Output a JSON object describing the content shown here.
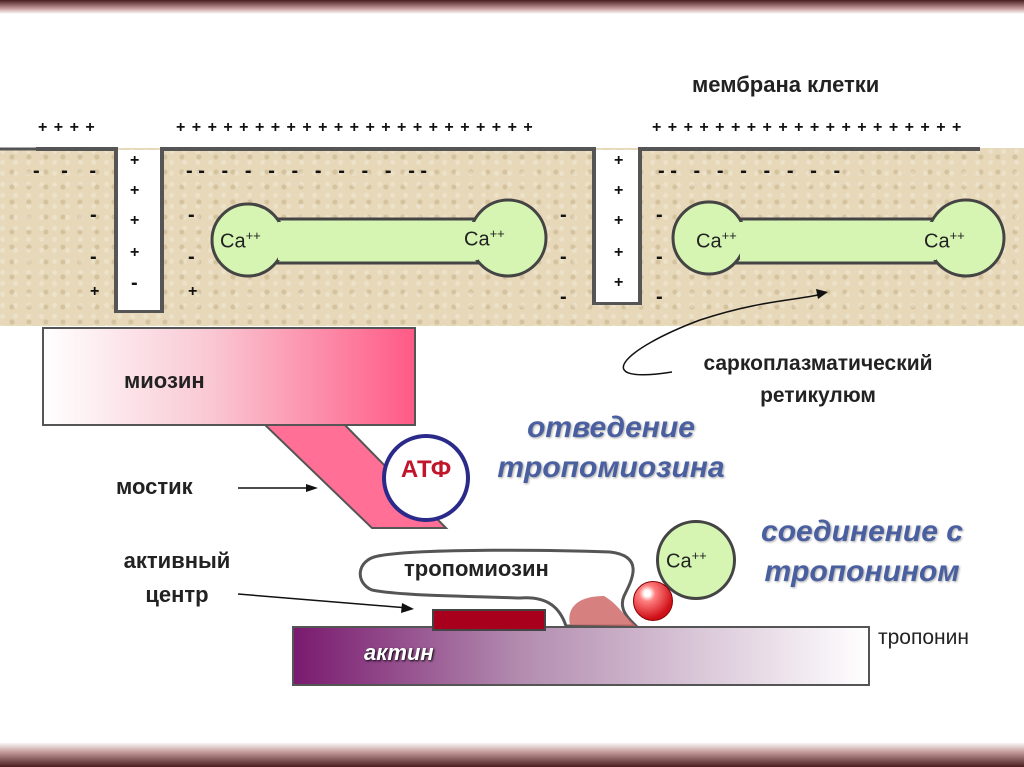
{
  "labels": {
    "membrane": "мембрана клетки",
    "sr_line1": "саркоплазматический",
    "sr_line2": "ретикулюм",
    "myosin": "миозин",
    "bridge": "мостик",
    "active_line1": "активный",
    "active_line2": "центр",
    "tropomyosin": "тропомиозин",
    "actin": "актин",
    "troponin": "тропонин",
    "atp": "АТФ",
    "ca": "Ca",
    "ca_charge": "++"
  },
  "callouts": {
    "withdraw_line1": "отведение",
    "withdraw_line2": "тропомиозина",
    "bind_line1": "соединение с",
    "bind_line2": "тропонином"
  },
  "charges": {
    "plus_row_left": "+ + + +",
    "plus_row_mid": "+ + + + + + + + + + + + + + + + + + + + + + +",
    "plus_row_right": "+ + + + + + + + + + + + + + + + + + + +",
    "minus_row_left": "- - -",
    "minus_row_mid": "- -   -   -   -   -   -   -   -   -   - -",
    "minus_row_right": "- -   -   -   -   -   -   -   -",
    "plus": "+",
    "minus": "-"
  },
  "colors": {
    "membrane_fill": "#e6d8b8",
    "calcium_fill": "#d6f5b3",
    "myosin_accent": "#ff5a86",
    "actin_accent": "#7a1a6f",
    "atp_text": "#c0152a",
    "callout_blue": "#4a5fa0"
  }
}
